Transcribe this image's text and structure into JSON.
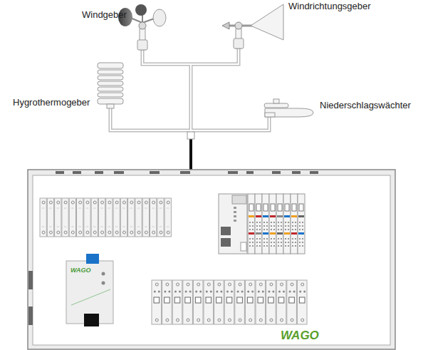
{
  "diagram": {
    "labels": [
      "Windgeber",
      "Windrichtungsgeber",
      "Hygrothermogeber",
      "Niederschlagswächter",
      "WAGO",
      "WAGO"
    ]
  }
}
